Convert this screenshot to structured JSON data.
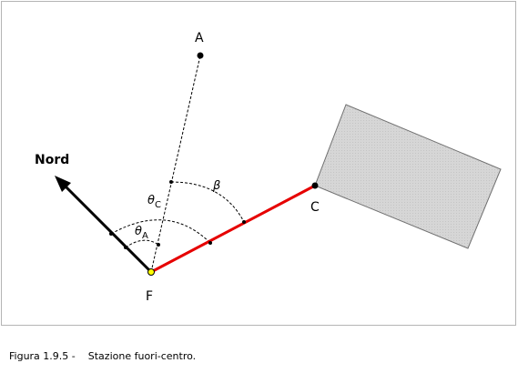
{
  "diagram": {
    "points": {
      "A": "A",
      "C": "C",
      "F": "F"
    },
    "north_label": "Nord",
    "angles": {
      "beta": "β",
      "theta_c": "θ",
      "theta_c_sub": "C",
      "theta_a": "θ",
      "theta_a_sub": "A"
    },
    "colors": {
      "baseline": "#e60000",
      "building_fill": "#d4d4d4",
      "station_point": "#ffff00"
    }
  },
  "caption": {
    "number": "Figura 1.9.5 -",
    "title": "Stazione fuori-centro."
  }
}
